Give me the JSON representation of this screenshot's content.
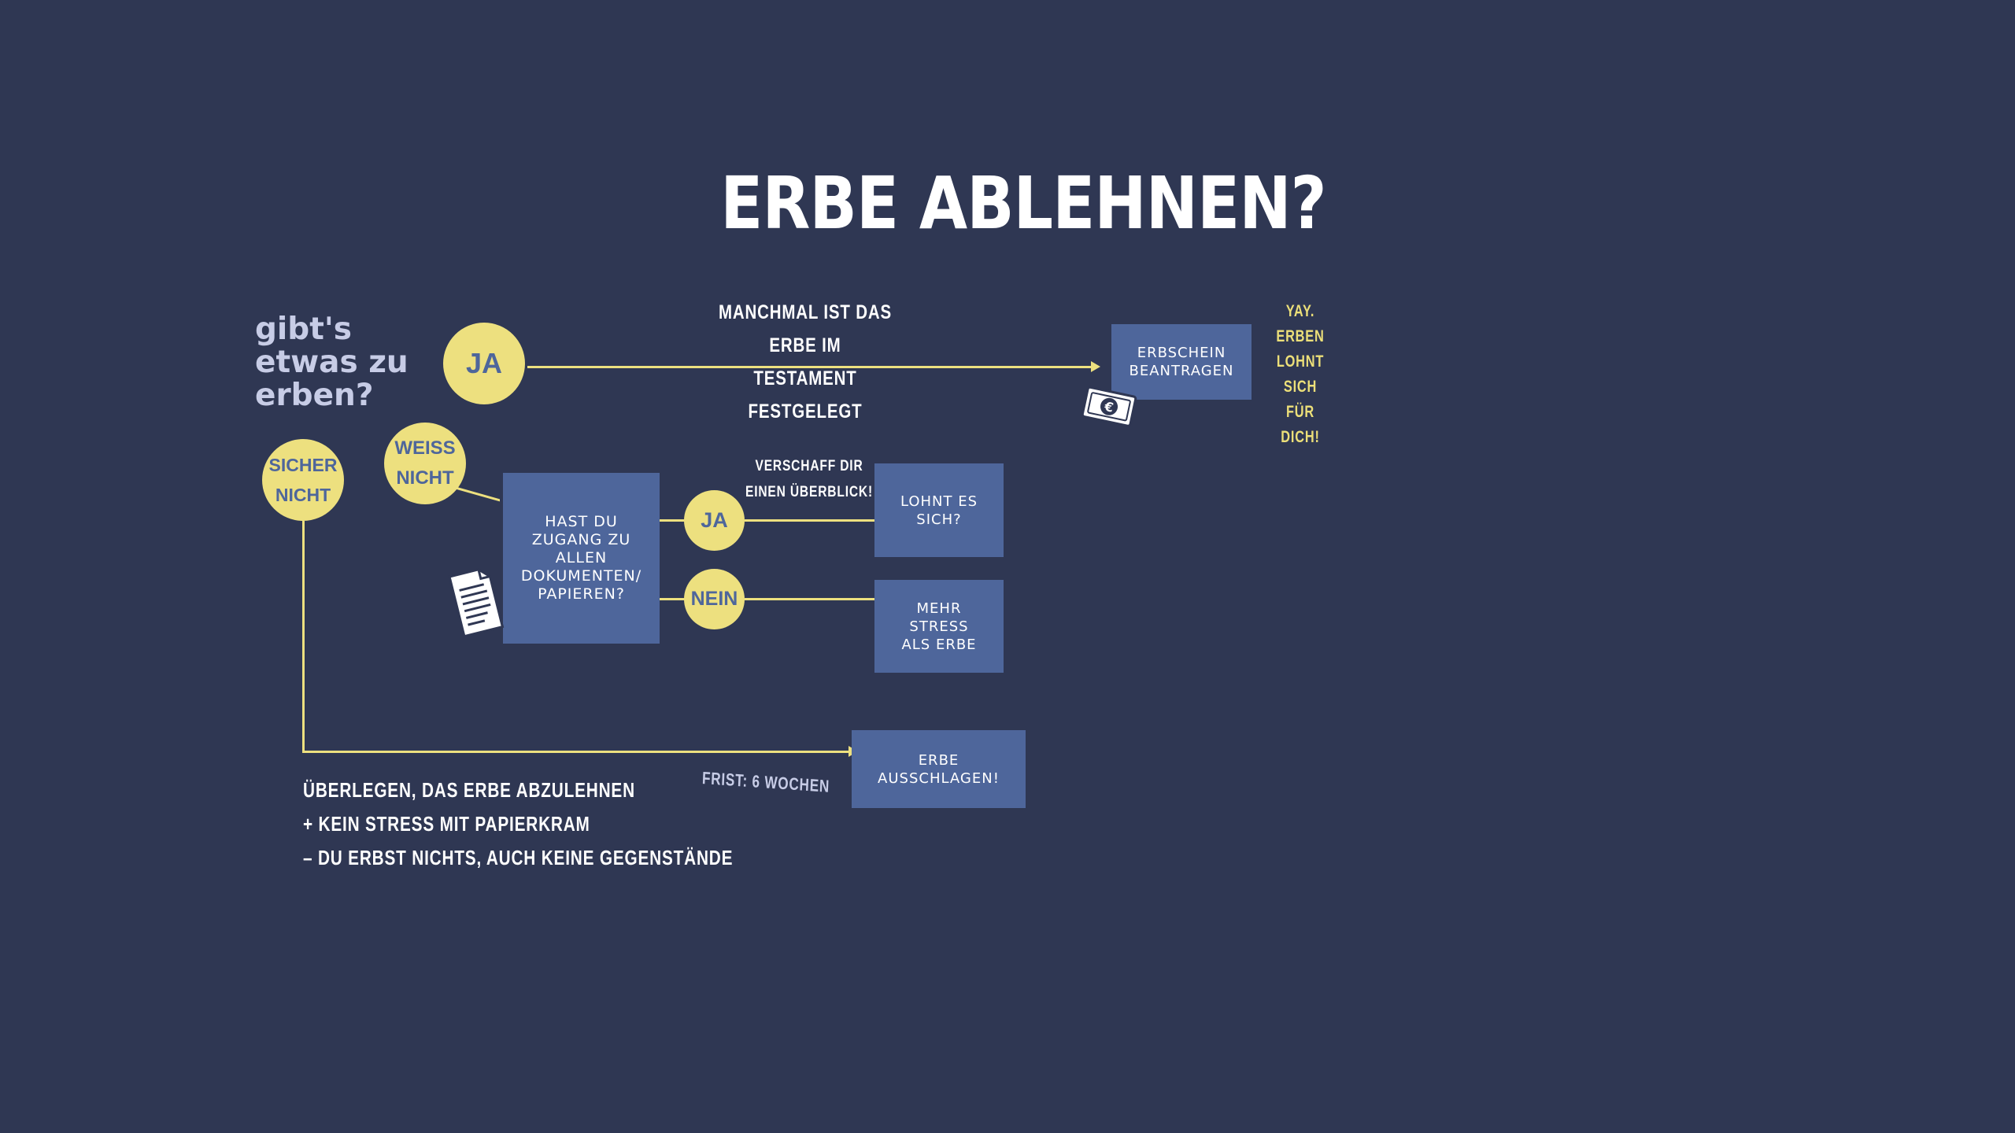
{
  "title": "ERBE ABLEHNEN?",
  "question": "gibt's\netwas zu\nerben?",
  "answers": {
    "ja_top": "JA",
    "weiss_nicht": "WEISS\nNICHT",
    "sicher_nicht": "SICHER\nNICHT",
    "ja_docs": "JA",
    "nein_docs": "NEIN"
  },
  "labels": {
    "manchmal": "MANCHMAL IST DAS ERBE IM\nTESTAMENT FESTGELEGT",
    "yay": "YAY. ERBEN\nLOHNT SICH\nFÜR DICH!",
    "verschaff": "VERSCHAFF DIR\nEINEN ÜBERBLICK!",
    "frist": "FRIST: 6 WOCHEN"
  },
  "boxes": {
    "erbschein": "ERBSCHEIN\nBEANTRAGEN",
    "zugang": "HAST DU\nZUGANG ZU\nALLEN\nDOKUMENTEN/\nPAPIEREN?",
    "lohnt": "LOHNT ES\nSICH?",
    "stress": "MEHR\nSTRESS\nALS ERBE",
    "ausschlagen": "ERBE\nAUSSCHLAGEN!"
  },
  "notes": [
    "ÜBERLEGEN, DAS ERBE ABZULEHNEN",
    "+ KEIN STRESS MIT PAPIERKRAM",
    "– DU ERBST NICHTS, AUCH KEINE GEGENSTÄNDE"
  ],
  "colors": {
    "background": "#2f3753",
    "accent_yellow": "#ede07f",
    "box_blue": "#4e669b",
    "text_light_blue": "#c7cce6"
  },
  "icons": [
    "money-icon",
    "document-icon"
  ]
}
